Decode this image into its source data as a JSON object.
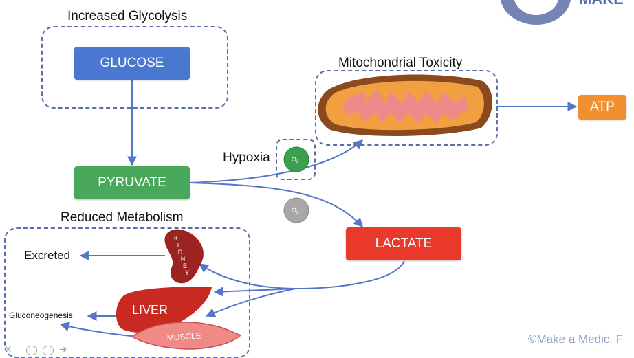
{
  "colors": {
    "glucose": "#4a78d0",
    "pyruvate": "#4aa85c",
    "lactate": "#e8392a",
    "atp": "#f0902e",
    "arrow": "#5577c8",
    "dash": "#5a6fa8",
    "o2_active": "#3aa050",
    "o2_inactive": "#a8a8a8",
    "liver": "#c82a22",
    "kidney": "#9c2420",
    "muscle": "#f08a86",
    "mito_outer": "#8b4a1e",
    "mito_inner": "#f0a040",
    "mito_cristae": "#f08a8a"
  },
  "labels": {
    "increased_glycolysis": "Increased Glycolysis",
    "mitochondrial_toxicity": "Mitochondrial Toxicity",
    "reduced_metabolism": "Reduced Metabolism",
    "hypoxia": "Hypoxia",
    "excreted": "Excreted",
    "gluconeogenesis": "Gluconeogenesis"
  },
  "boxes": {
    "glucose": "GLUCOSE",
    "pyruvate": "PYRUVATE",
    "lactate": "LACTATE",
    "atp": "ATP"
  },
  "o2": {
    "symbol": "O",
    "subscript": "2"
  },
  "organs": {
    "kidney": "KIDNEY",
    "liver": "LIVER",
    "muscle": "MUSCLE"
  },
  "logo_text": "MAKE",
  "watermark": "©Make a Medic. F"
}
